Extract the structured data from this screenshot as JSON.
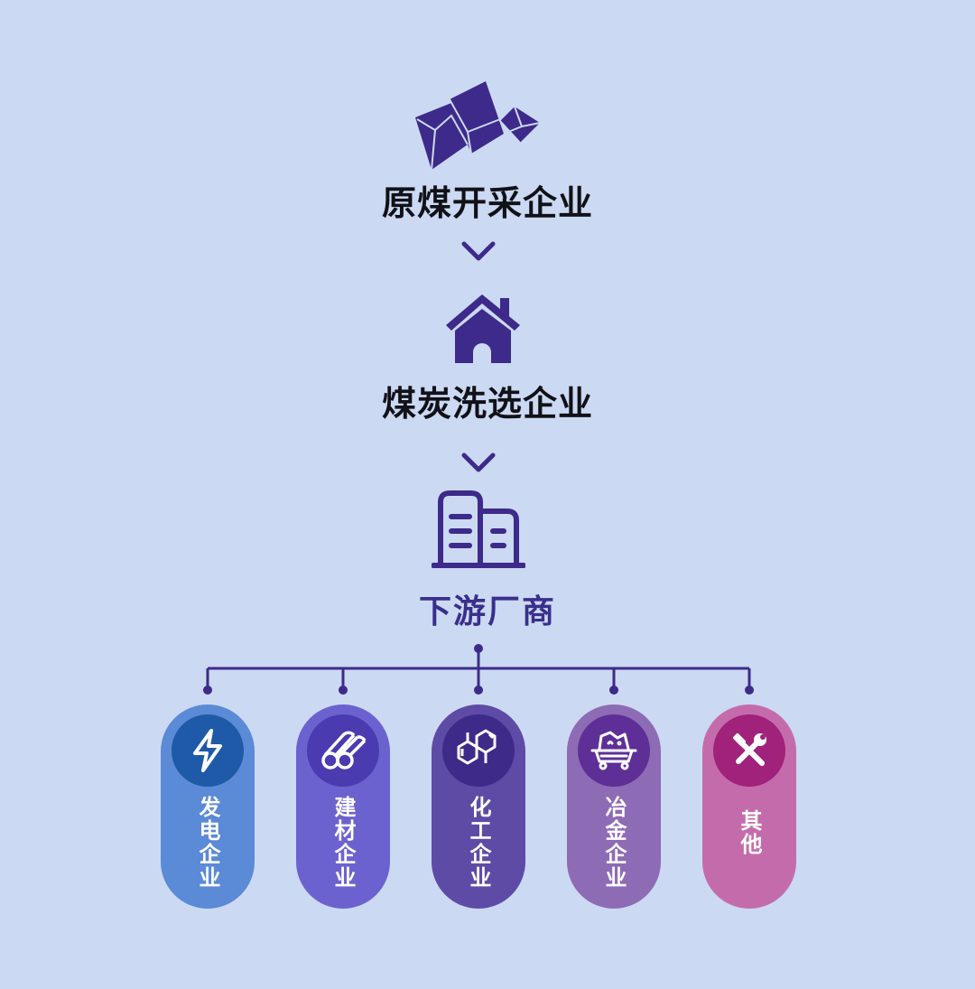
{
  "diagram": {
    "background_color": "#cbd9f2",
    "accent_color": "#3d2a8a",
    "stages": [
      {
        "id": "mining",
        "icon": "coal-rock-icon",
        "label": "原煤开采企业"
      },
      {
        "id": "washing",
        "icon": "house-icon",
        "label": "煤炭洗选企业"
      },
      {
        "id": "downstream",
        "icon": "buildings-icon",
        "label": "下游厂商"
      }
    ],
    "arrows": [
      "chevron-down-icon",
      "chevron-down-icon"
    ],
    "categories": [
      {
        "label": "发电企业",
        "icon": "lightning-icon",
        "pill_color": "#5b8ad6",
        "circle_color": "#1f5aa8"
      },
      {
        "label": "建材企业",
        "icon": "pipes-icon",
        "pill_color": "#6c62cf",
        "circle_color": "#4a3bb0"
      },
      {
        "label": "化工企业",
        "icon": "chemical-structure-icon",
        "pill_color": "#5e4ba6",
        "circle_color": "#3e2a88"
      },
      {
        "label": "冶金企业",
        "icon": "ore-cart-icon",
        "pill_color": "#8e6bb5",
        "circle_color": "#5e2f96"
      },
      {
        "label": "其他",
        "icon": "tools-icon",
        "pill_color": "#c46cab",
        "circle_color": "#a0227a"
      }
    ]
  }
}
